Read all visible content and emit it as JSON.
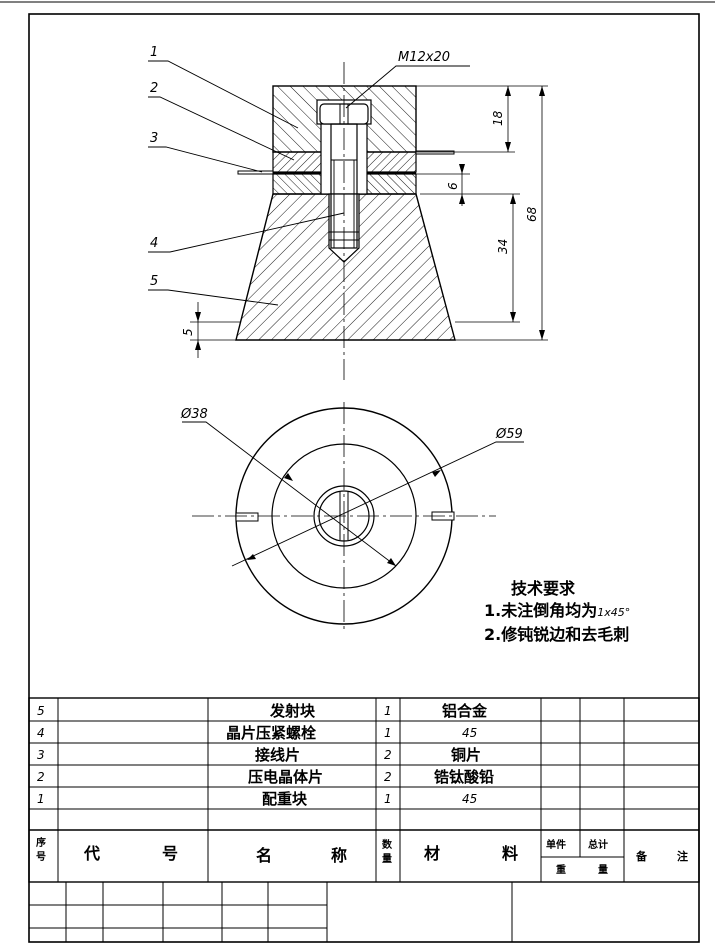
{
  "labels": {
    "thread": "M12x20",
    "leaders": [
      "1",
      "2",
      "3",
      "4",
      "5"
    ],
    "dim_18": "18",
    "dim_6": "6",
    "dim_34": "34",
    "dim_68": "68",
    "dim_5": "5",
    "dia_38": "Ø38",
    "dia_59": "Ø59"
  },
  "tech": {
    "title": "技术要求",
    "item1_prefix": "1.未注倒角均为",
    "item1_value": "1x45°",
    "item2": "2.修钝锐边和去毛刺"
  },
  "bom": {
    "rows": [
      {
        "no": "5",
        "code": "",
        "name": "发射块",
        "qty": "1",
        "material": "铝合金"
      },
      {
        "no": "4",
        "code": "",
        "name": "晶片压紧螺栓",
        "qty": "1",
        "material": "45"
      },
      {
        "no": "3",
        "code": "",
        "name": "接线片",
        "qty": "2",
        "material": "铜片"
      },
      {
        "no": "2",
        "code": "",
        "name": "压电晶体片",
        "qty": "2",
        "material": "锆钛酸铅"
      },
      {
        "no": "1",
        "code": "",
        "name": "配重块",
        "qty": "1",
        "material": "45"
      }
    ],
    "header": {
      "no_1": "序",
      "no_2": "号",
      "code_1": "代",
      "code_2": "号",
      "name_1": "名",
      "name_2": "称",
      "qty_1": "数",
      "qty_2": "量",
      "mat_1": "材",
      "mat_2": "料",
      "unit": "单件",
      "total": "总计",
      "weight_1": "重",
      "weight_2": "量",
      "remark_1": "备",
      "remark_2": "注"
    }
  }
}
